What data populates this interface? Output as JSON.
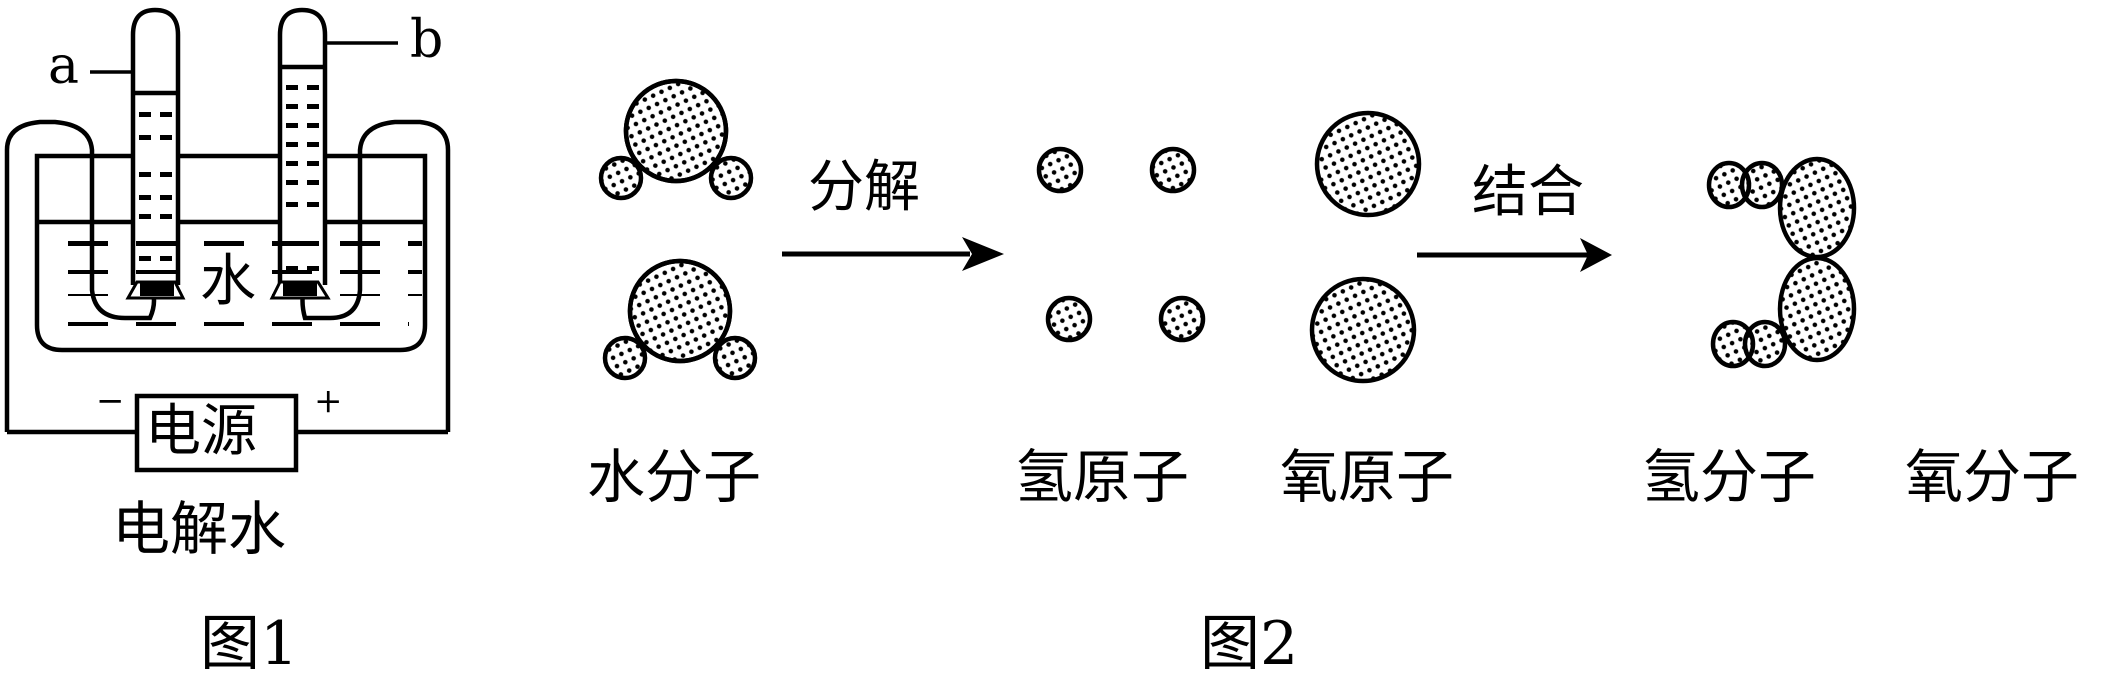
{
  "figure1": {
    "caption": "图1",
    "title": "电解水",
    "power_source": "电源",
    "negative_sign": "−",
    "positive_sign": "+",
    "tube_a_label": "a",
    "tube_b_label": "b",
    "water_label": "水"
  },
  "figure2": {
    "caption": "图2",
    "arrow1_label": "分解",
    "arrow2_label": "结合",
    "labels": {
      "water_molecule": "水分子",
      "hydrogen_atom": "氢原子",
      "oxygen_atom": "氧原子",
      "hydrogen_molecule": "氢分子",
      "oxygen_molecule": "氧分子"
    }
  },
  "colors": {
    "stroke": "#000000",
    "background": "#ffffff",
    "dot_fill": "#000000"
  }
}
